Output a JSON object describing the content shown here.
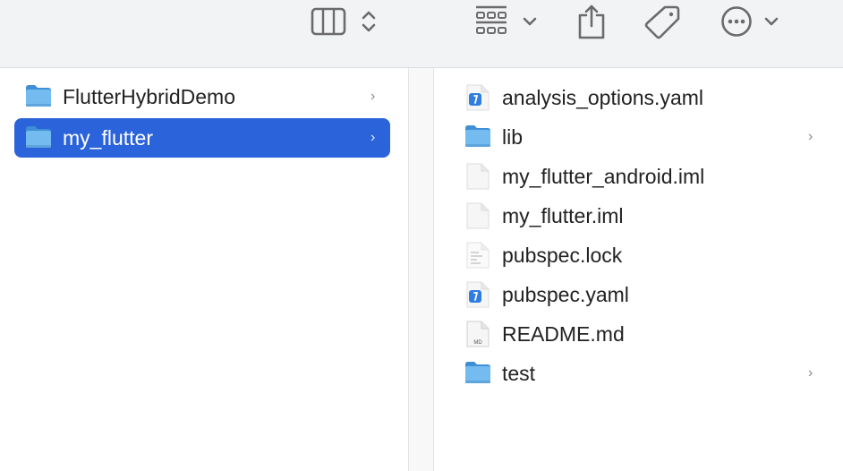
{
  "toolbar": {
    "view_button": {
      "icon": "column-view-icon",
      "chevron": "up-down-chevron-icon"
    },
    "group_button": {
      "icon": "grid-group-icon",
      "chevron": "chevron-down-icon"
    },
    "share_button": {
      "icon": "share-icon"
    },
    "tag_button": {
      "icon": "tag-icon"
    },
    "more_button": {
      "icon": "ellipsis-circle-icon",
      "chevron": "chevron-down-icon"
    }
  },
  "column1": {
    "items": [
      {
        "label": "FlutterHybridDemo",
        "type": "folder",
        "selected": false,
        "has_children": true,
        "chevron": "›"
      },
      {
        "label": "my_flutter",
        "type": "folder",
        "selected": true,
        "has_children": true,
        "chevron": "›"
      }
    ]
  },
  "column2": {
    "items": [
      {
        "label": "analysis_options.yaml",
        "type": "yaml",
        "chevron": ""
      },
      {
        "label": "lib",
        "type": "folder",
        "chevron": "›"
      },
      {
        "label": "my_flutter_android.iml",
        "type": "blank",
        "chevron": ""
      },
      {
        "label": "my_flutter.iml",
        "type": "blank",
        "chevron": ""
      },
      {
        "label": "pubspec.lock",
        "type": "text",
        "chevron": ""
      },
      {
        "label": "pubspec.yaml",
        "type": "yaml",
        "chevron": ""
      },
      {
        "label": "README.md",
        "type": "markdown",
        "icon_text": "MD",
        "chevron": ""
      },
      {
        "label": "test",
        "type": "folder",
        "chevron": "›"
      }
    ]
  },
  "colors": {
    "selection": "#2b63db",
    "toolbar_bg": "#f2f3f5",
    "folder_blue": "#6fb6ee",
    "icon_gray": "#6b6b6b"
  }
}
